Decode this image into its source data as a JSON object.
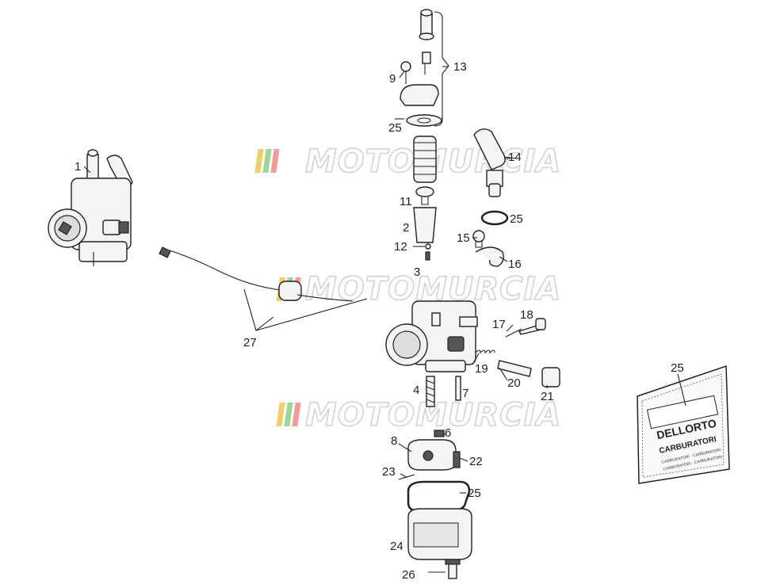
{
  "diagram": {
    "labels": [
      "1",
      "13",
      "9",
      "25",
      "14",
      "11",
      "25",
      "2",
      "15",
      "12",
      "16",
      "3",
      "18",
      "17",
      "19",
      "20",
      "21",
      "27",
      "4",
      "7",
      "6",
      "25",
      "8",
      "22",
      "23",
      "25",
      "24",
      "26"
    ]
  },
  "watermark": {
    "text": "MOTOMURCIA",
    "stripe_colors": [
      "#f0cf6a",
      "#9fd49b",
      "#f29b9b"
    ]
  },
  "bag": {
    "brand": "DELLORTO",
    "subtitle": "CARBURATORI",
    "small_line_1": "CARBURATORI · CARBURATORI",
    "small_line_2": "CARBURATORI · CARBURATORI"
  }
}
